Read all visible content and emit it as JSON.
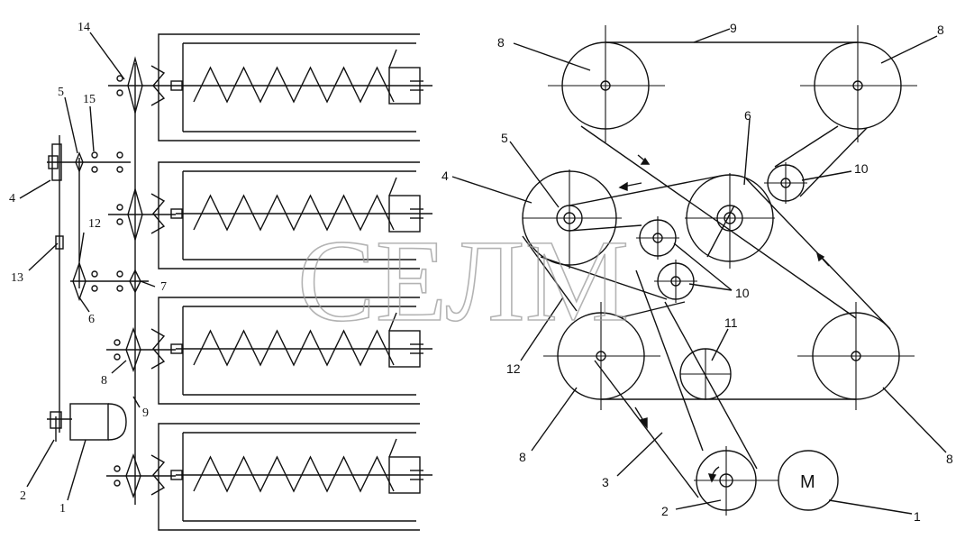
{
  "watermark": "СЕЛМ",
  "left_labels": {
    "l14": "14",
    "l5": "5",
    "l15": "15",
    "l4": "4",
    "l12": "12",
    "l13": "13",
    "l6": "6",
    "l7": "7",
    "l8": "8",
    "l9": "9",
    "l2": "2",
    "l1": "1"
  },
  "right_labels": {
    "r8a": "8",
    "r9": "9",
    "r8b": "8",
    "r6": "6",
    "r5": "5",
    "r10a": "10",
    "r4": "4",
    "r10b": "10",
    "r11": "11",
    "r12": "12",
    "r8c": "8",
    "r8d": "8",
    "r3": "3",
    "r2": "2",
    "r1": "1"
  },
  "motor_symbol": "M",
  "colors": {
    "line": "#111111",
    "watermark": "#9a9a9a"
  }
}
